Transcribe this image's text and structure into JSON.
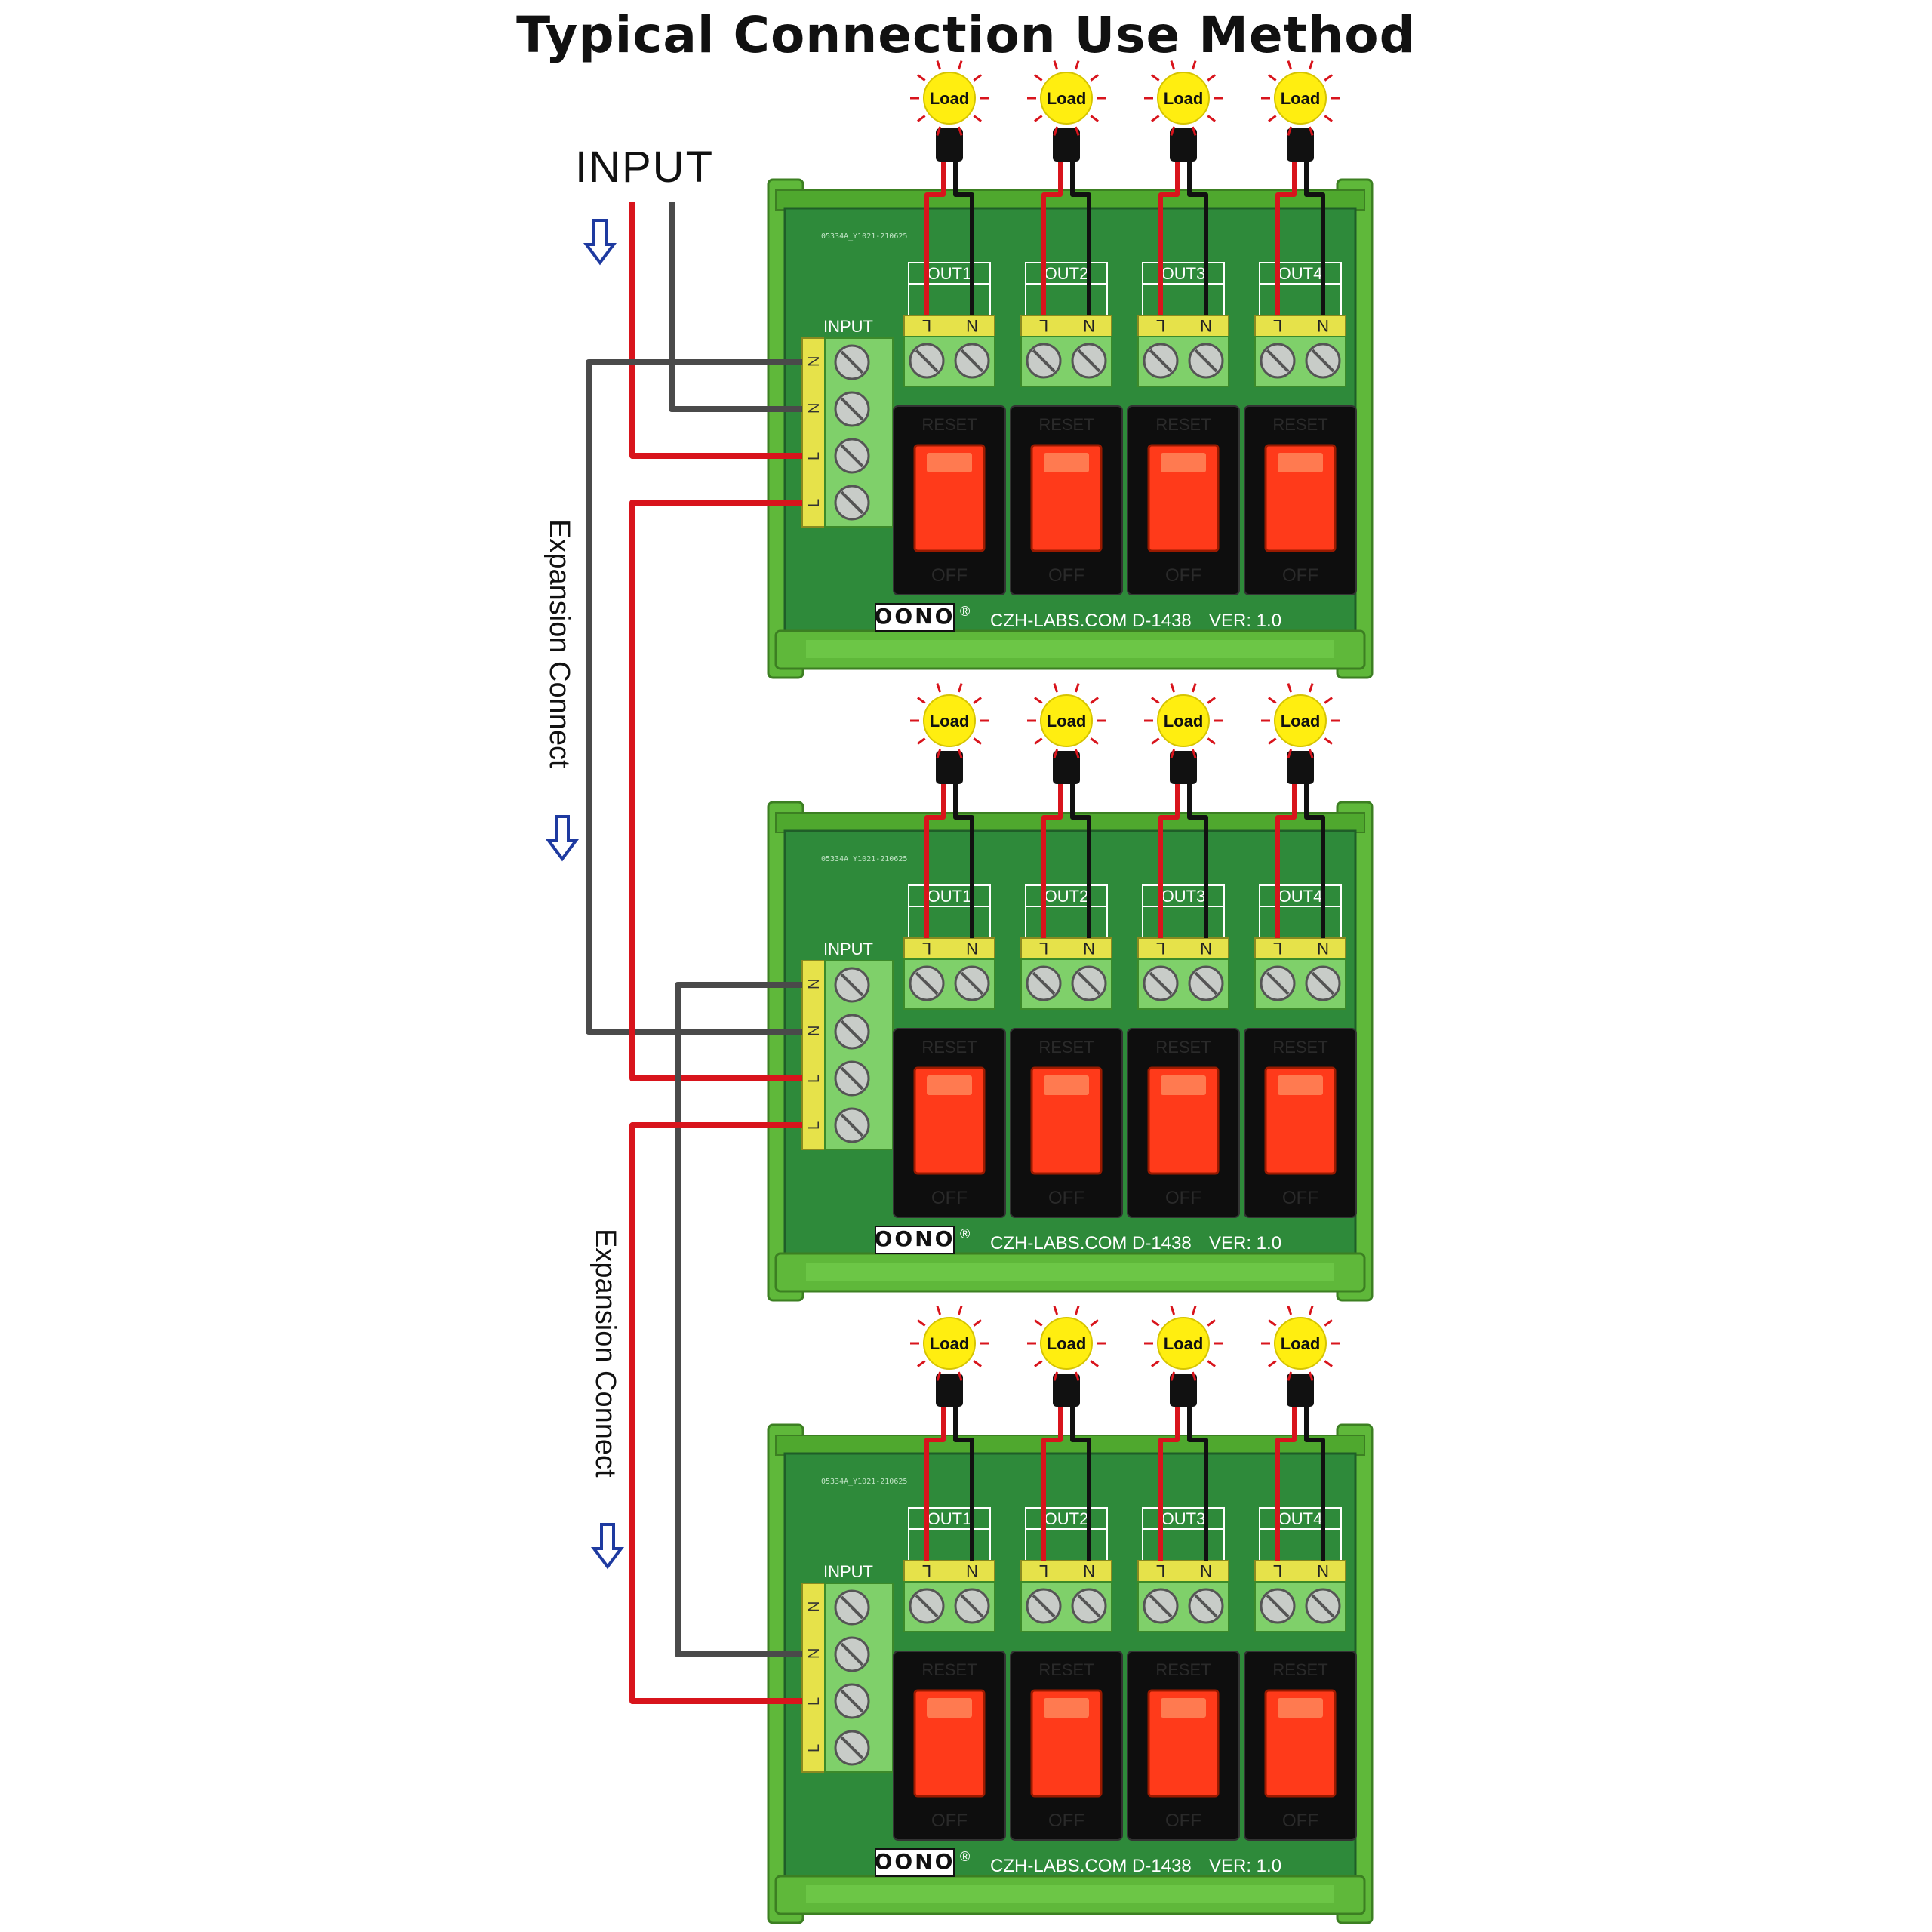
{
  "title": "Typical Connection Use Method",
  "input_label": "INPUT",
  "expansion_label": "Expansion Connect",
  "load_label": "Load",
  "board": {
    "input_block_label": "INPUT",
    "input_terminals": [
      "N",
      "N",
      "L",
      "L"
    ],
    "outputs": [
      "OUT1",
      "OUT2",
      "OUT3",
      "OUT4"
    ],
    "output_terminals": [
      "L",
      "N"
    ],
    "switch_top_label": "RESET",
    "switch_bottom_label": "OFF",
    "brand": "OONO",
    "brand_mark": "®",
    "website": "CZH-LABS.COM",
    "model": "D-1438",
    "version": "VER: 1.0",
    "pcb_code": "05334A_Y1021-210625"
  },
  "colors": {
    "board_green": "#2e8a3a",
    "rail_green": "#5fb83a",
    "terminal_green": "#7fd06a",
    "terminal_yellow": "#e6e24a",
    "wire_red": "#d8141c",
    "wire_gray": "#4a4a4a",
    "switch_red": "#ff3a1a",
    "bulb_yellow": "#ffee10",
    "arrow_blue": "#1e3aa0"
  }
}
